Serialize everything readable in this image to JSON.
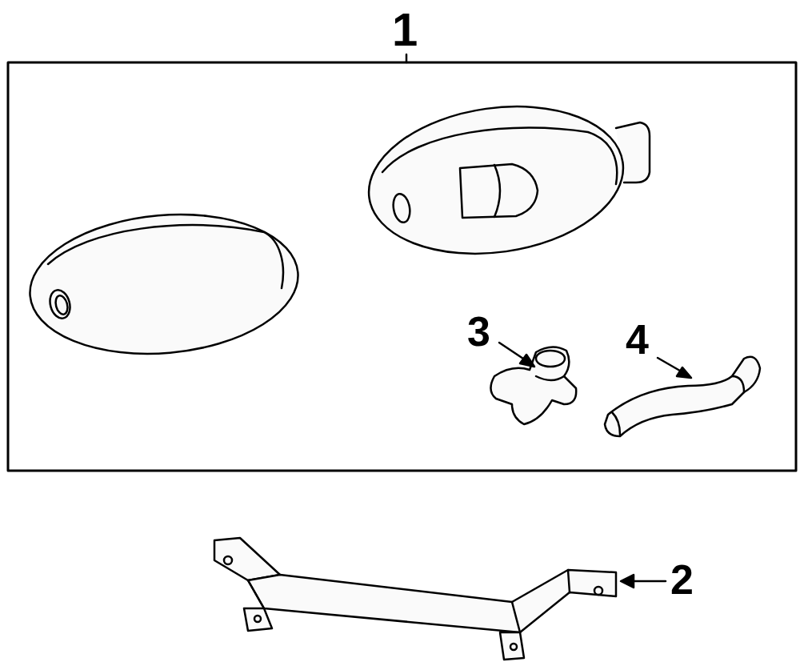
{
  "diagram": {
    "labels": [
      "1",
      "3",
      "4",
      "2"
    ]
  }
}
